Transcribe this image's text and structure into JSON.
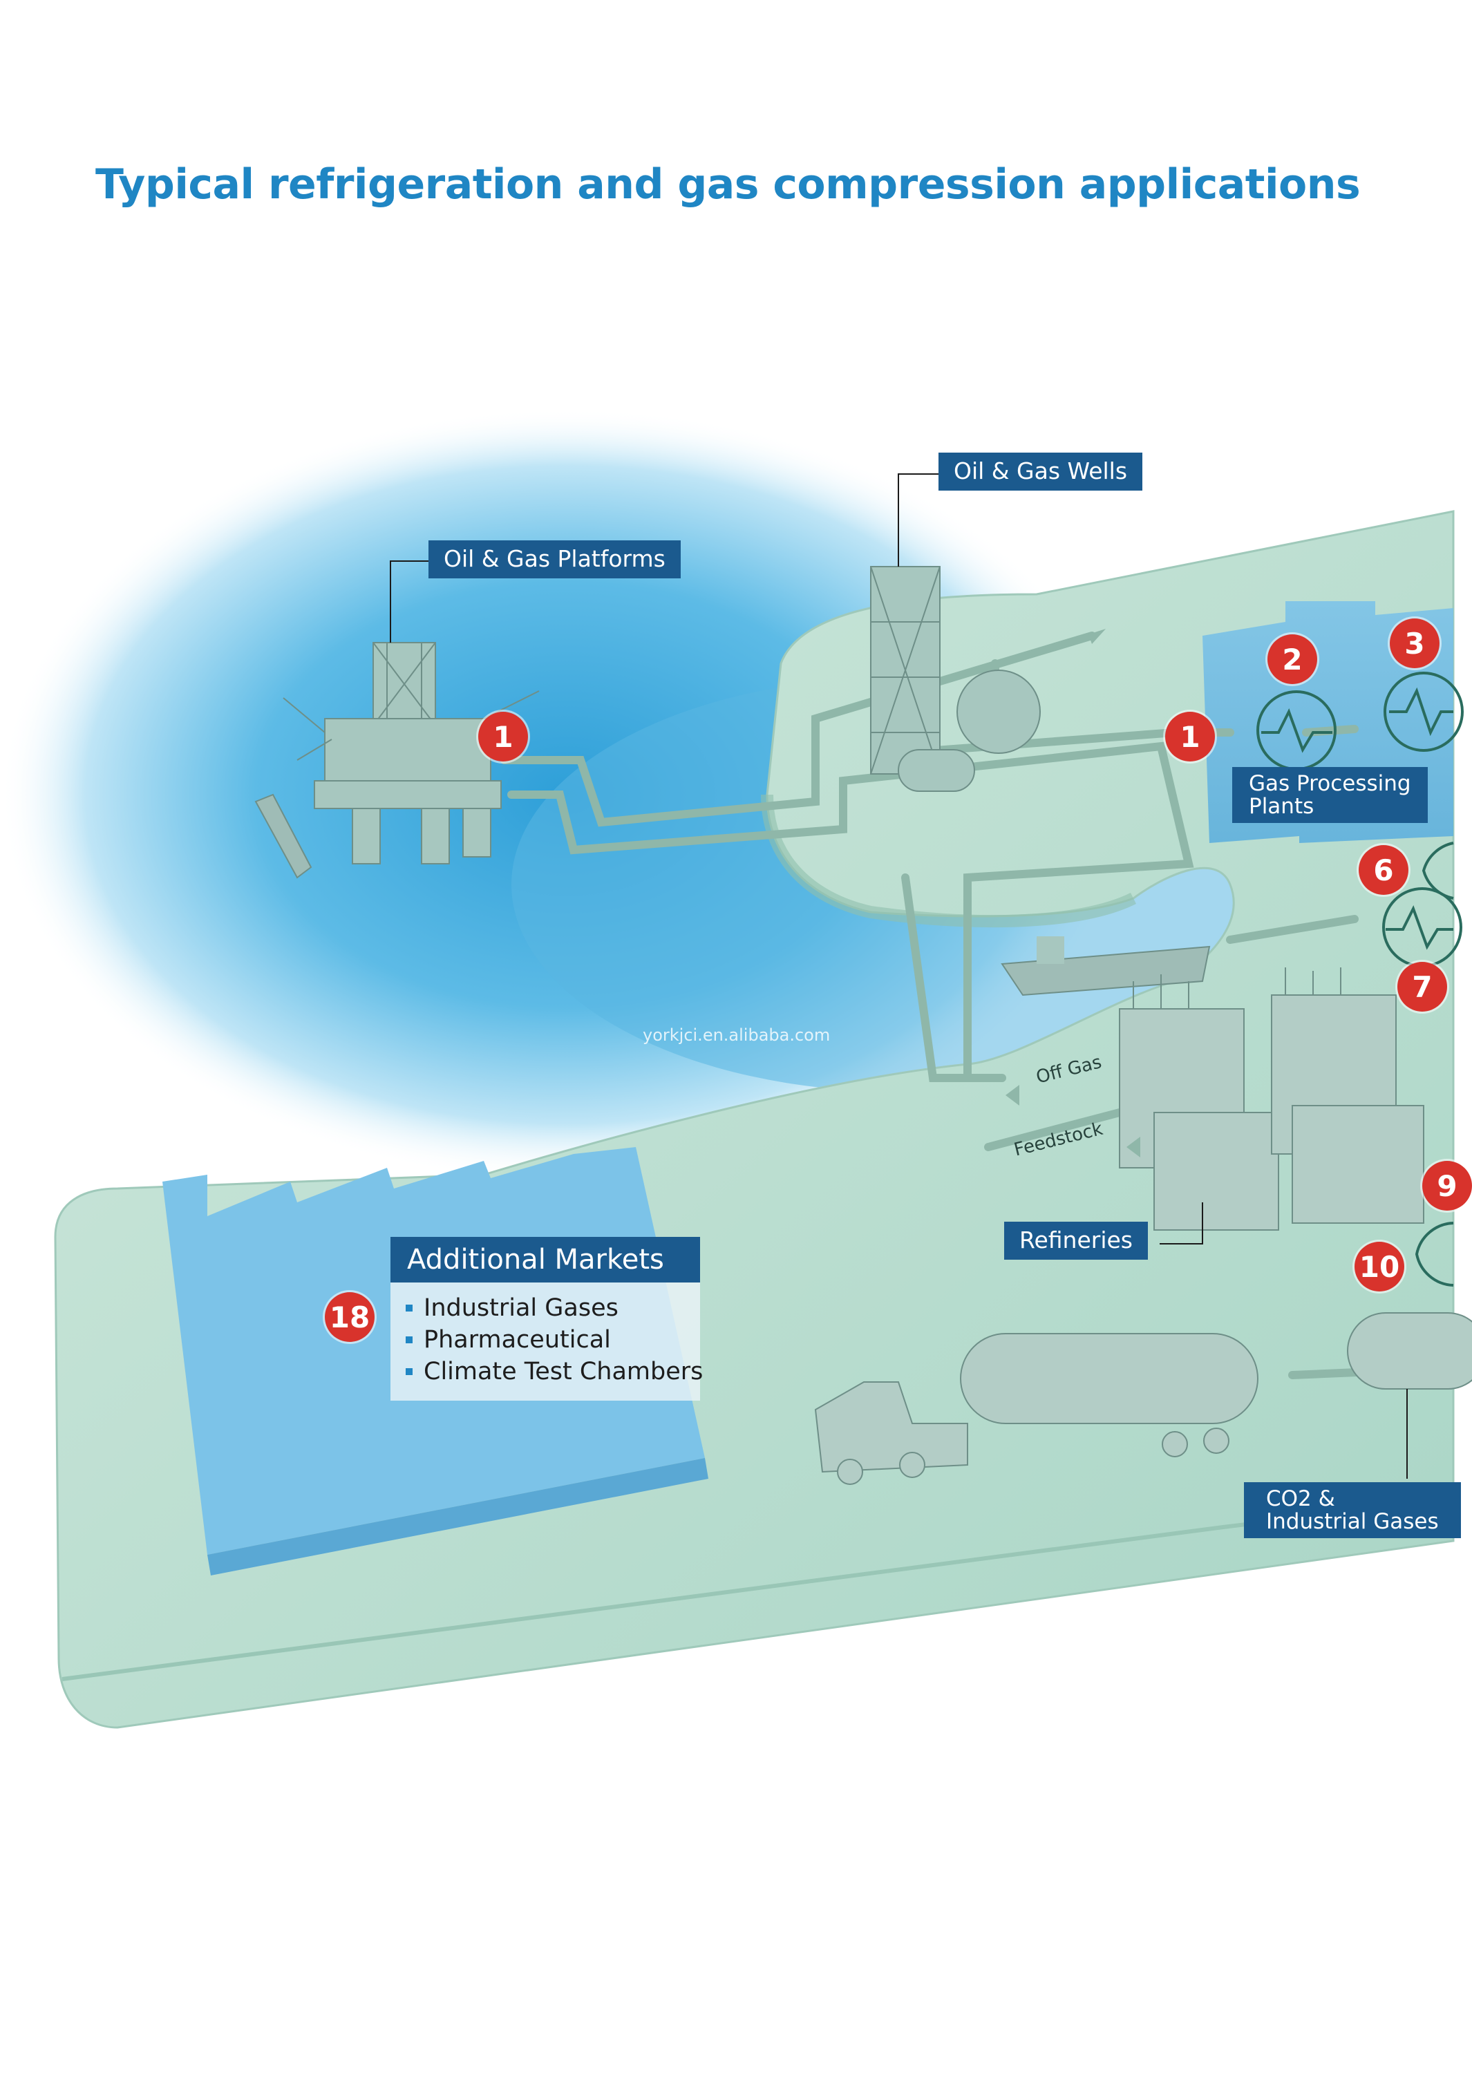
{
  "title": "Typical refrigeration and gas compression applications",
  "labels": {
    "oil_gas_platforms": "Oil & Gas Platforms",
    "oil_gas_wells": "Oil & Gas Wells",
    "gas_processing_plants_line1": "Gas Processing",
    "gas_processing_plants_line2": "Plants",
    "refineries": "Refineries",
    "co2_line1": "CO2 &",
    "co2_line2": "Industrial Gases"
  },
  "flow_labels": {
    "off_gas": "Off Gas",
    "feedstock": "Feedstock"
  },
  "badges": [
    "1",
    "1",
    "2",
    "3",
    "6",
    "7",
    "9",
    "10",
    "18"
  ],
  "additional_markets": {
    "title": "Additional Markets",
    "items": [
      "Industrial Gases",
      "Pharmaceutical",
      "Climate Test Chambers"
    ]
  },
  "watermark": "yorkjci.en.alibaba.com",
  "colors": {
    "title": "#1f86c4",
    "label_box": "#1b5a8e",
    "badge": "#d8332c",
    "water": "#3ea9dd",
    "land": "#bfe0d3"
  }
}
